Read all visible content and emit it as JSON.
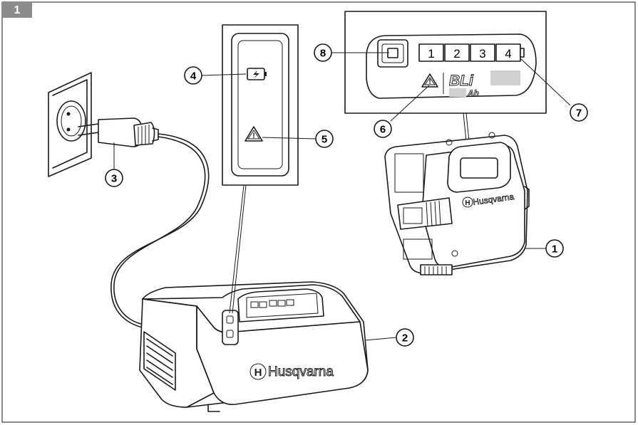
{
  "figure": {
    "number": "1",
    "badge_color": "#8c8c8c"
  },
  "callouts": {
    "c1": "1",
    "c2": "2",
    "c3": "3",
    "c4": "4",
    "c5": "5",
    "c6": "6",
    "c7": "7",
    "c8": "8"
  },
  "battery_panel": {
    "level_1": "1",
    "level_2": "2",
    "level_3": "3",
    "level_4": "4",
    "model_text": "BLi",
    "capacity_unit": "Ah"
  },
  "brand": {
    "charger_logo_text": "Husqvarna",
    "battery_logo_text": "Husqvarna"
  },
  "icons": {
    "charger_led_top": "battery-charging-icon",
    "charger_led_bottom": "warning-triangle-icon",
    "battery_warning": "warning-triangle-icon",
    "battery_button": "square-button-icon"
  }
}
